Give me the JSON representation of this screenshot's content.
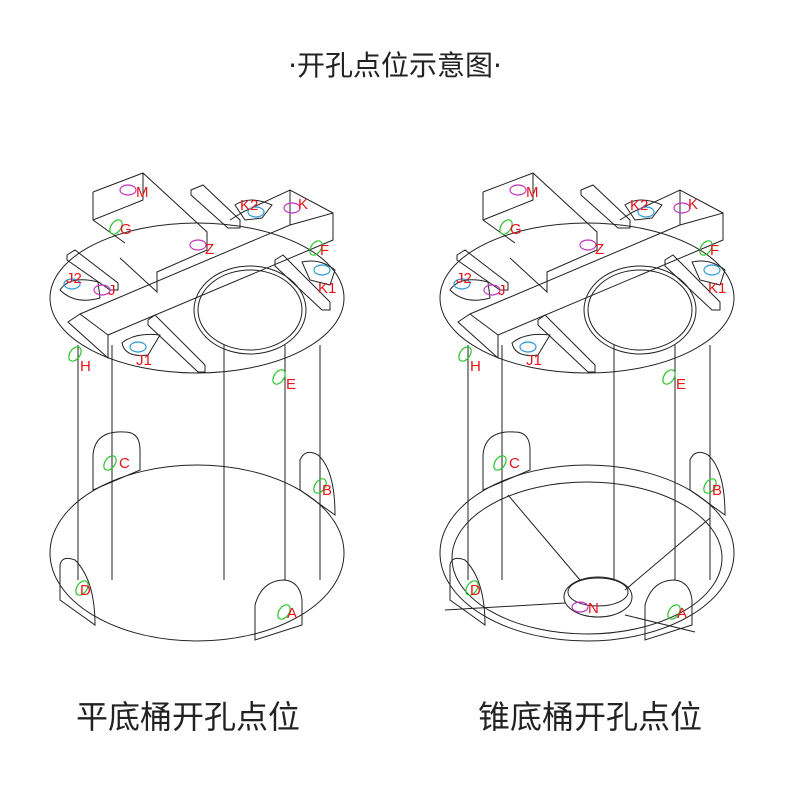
{
  "title": "·开孔点位示意图·",
  "colors": {
    "label": "#e8141b",
    "side_port": "#2fc42f",
    "top_port": "#c236c2",
    "manway_port": "#2d9ad6",
    "line": "#222222"
  },
  "tanks": [
    {
      "caption": "平底桶开孔点位",
      "type": "flat-bottom",
      "labels": [
        "M",
        "G",
        "K2",
        "K",
        "Z",
        "F",
        "J2",
        "J",
        "K1",
        "H",
        "J1",
        "E",
        "C",
        "B",
        "D",
        "A"
      ]
    },
    {
      "caption": "锥底桶开孔点位",
      "type": "cone-bottom",
      "labels": [
        "M",
        "G",
        "K2",
        "K",
        "Z",
        "F",
        "J2",
        "J",
        "K1",
        "H",
        "J1",
        "E",
        "C",
        "B",
        "D",
        "A",
        "N"
      ]
    }
  ]
}
